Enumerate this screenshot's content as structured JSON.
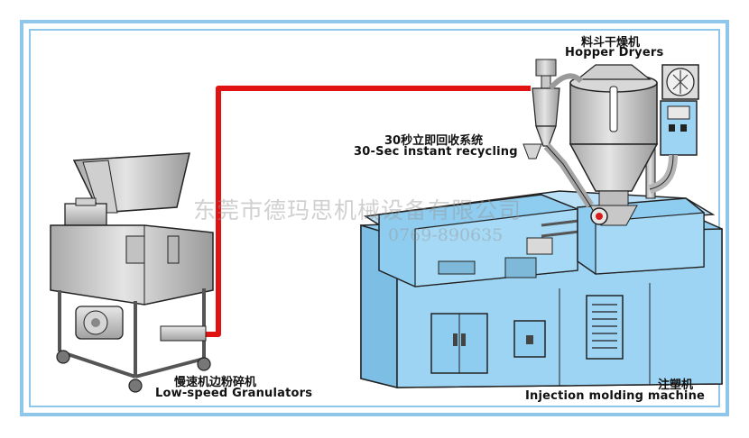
{
  "labels": {
    "hopper_dryer_cn": "料斗干燥机",
    "hopper_dryer_en": "Hopper Dryers",
    "recycling_cn": "30秒立即回收系统",
    "recycling_en": "30-Sec instant recycling",
    "granulator_cn": "慢速机边粉碎机",
    "granulator_en": "Low-speed Granulators",
    "injection_cn": "注塑机",
    "injection_en": "Injection molding machine"
  },
  "watermark": {
    "company": "东莞市德玛思机械设备有限公司",
    "phone": "0769-890635"
  },
  "colors": {
    "frame": "#8ec7ea",
    "pipe": "#e01212",
    "machine": "#8fcdf0"
  }
}
